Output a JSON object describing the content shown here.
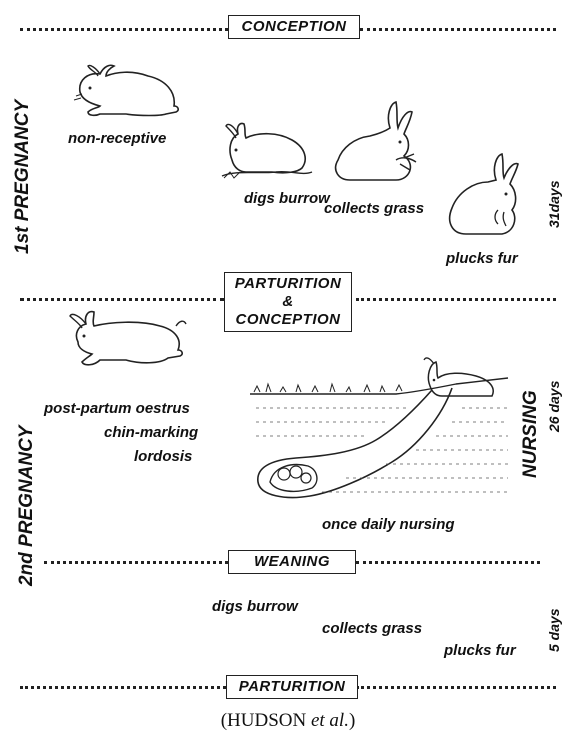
{
  "events": {
    "conception": "CONCEPTION",
    "parturition_conception_line1": "PARTURITION",
    "parturition_conception_line2": "&",
    "parturition_conception_line3": "CONCEPTION",
    "weaning": "WEANING",
    "parturition": "PARTURITION"
  },
  "side_labels": {
    "first_pregnancy": "1st  PREGNANCY",
    "second_pregnancy": "2nd  PREGNANCY",
    "nursing": "NURSING",
    "days_31": "31days",
    "days_26": "26 days",
    "days_5": "5 days"
  },
  "first_pregnancy": {
    "non_receptive": "non-receptive",
    "digs_burrow": "digs burrow",
    "collects_grass": "collects grass",
    "plucks_fur": "plucks fur"
  },
  "second_pregnancy": {
    "post_partum_oestrus": "post-partum oestrus",
    "chin_marking": "chin-marking",
    "lordosis": "lordosis",
    "once_daily_nursing": "once daily nursing"
  },
  "after_weaning": {
    "digs_burrow": "digs burrow",
    "collects_grass": "collects grass",
    "plucks_fur": "plucks fur"
  },
  "citation": {
    "prefix": "(HUDSON ",
    "italic": "et al.",
    "suffix": ")"
  }
}
